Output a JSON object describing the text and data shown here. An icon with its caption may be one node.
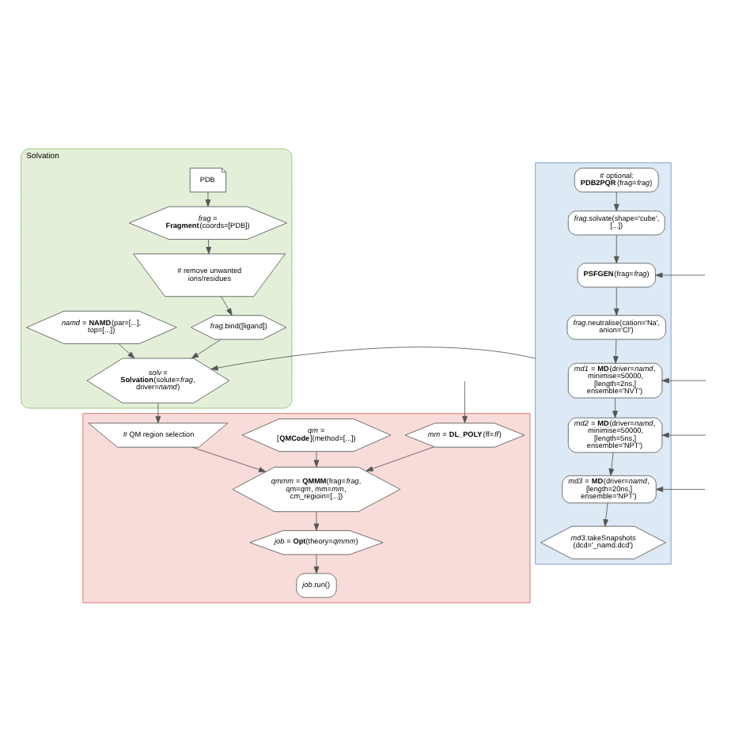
{
  "diagram": {
    "nodes": [
      {
        "text": [
          "Solvation"
        ]
      },
      {
        "text": [
          "PDB"
        ],
        "in": 0
      },
      {
        "text": [
          "*frag* = **Fragment**(coords=[PDB])"
        ],
        "in": 0
      },
      {
        "text": [
          "# remove unwanted ions/residues"
        ],
        "in": 0
      },
      {
        "text": [
          "*frag*.bind([ligand])"
        ],
        "in": 0
      },
      {
        "text": [
          "*namd* = **NAMD**(par=[...], top=[...])"
        ],
        "in": 0
      },
      {
        "text": [
          "*solv* = **Solvation**(solute=*frag*, driver=*namd*)"
        ],
        "in": 0
      },
      {
        "text": [],
        "shape": "box"
      },
      {
        "text": [
          "# QM region selection"
        ],
        "in": 7
      },
      {
        "text": [
          "*qm* = [**QMCode**](method=[...])"
        ],
        "in": 7
      },
      {
        "text": [
          "*mm* = **DL_POLY**(ff=*ff*)"
        ],
        "in": 7
      },
      {
        "text": [
          "*qmmm* = **QMMM**(frag=*frag*, qm=*qm*, mm=*mm*, cm_regioin=[...])"
        ],
        "in": 7
      },
      {
        "text": [
          "*job* = **Opt**(theory=*qmmm*)"
        ],
        "in": 7
      },
      {
        "text": [
          "*job*.run()"
        ],
        "in": 7
      },
      {
        "text": [],
        "shape": "box"
      },
      {
        "text": [
          "# optional: **PDB2PQR**(frag=*frag*)"
        ],
        "in": 14
      },
      {
        "text": [
          "*frag*.solvate(shape='cube', [...])"
        ],
        "in": 14
      },
      {
        "text": [
          "**PSFGEN**(frag=*frag*)"
        ],
        "in": 14
      },
      {
        "text": [
          "*frag*.neutralise(cation='Na', anion='Cl')"
        ],
        "in": 14
      },
      {
        "text": [
          "*md1* = **MD**(driver=*namd*, minimise=50000, [length=2ns,] ensemble='NVT')"
        ],
        "in": 14
      },
      {
        "text": [
          "*md2* = **MD**(driver=*namd*, minimise=50000, [length=5ns,] ensemble='NPT')"
        ],
        "in": 14
      },
      {
        "text": [
          "*md3* = **MD**(driver=*namd*, [length=20ns,] ensemble='NPT')"
        ],
        "in": 14
      },
      {
        "text": [
          "*md3*.takeSnapshots (dcd='_namd.dcd')"
        ],
        "in": 14
      }
    ],
    "edges": [
      {
        "from": 1,
        "to": 2,
        "arrow": "to"
      },
      {
        "from": 2,
        "to": 3,
        "arrow": "to"
      },
      {
        "from": 3,
        "to": 4,
        "arrow": "to"
      },
      {
        "from": 4,
        "to": 6,
        "arrow": "to"
      },
      {
        "from": 5,
        "to": 6,
        "arrow": "to"
      },
      {
        "from": 14,
        "to": 6,
        "arrow": "to"
      },
      {
        "from": 6,
        "to": 8,
        "arrow": "to"
      },
      {
        "from": 8,
        "to": 11,
        "arrow": "to"
      },
      {
        "from": 9,
        "to": 11,
        "arrow": "to"
      },
      {
        "from": 10,
        "to": 11,
        "arrow": "to"
      },
      {
        "from": 11,
        "to": 12,
        "arrow": "to"
      },
      {
        "from": 12,
        "to": 13,
        "arrow": "to"
      },
      {
        "from": null,
        "to": 10,
        "arrow": "to"
      },
      {
        "from": 15,
        "to": 16,
        "arrow": "to"
      },
      {
        "from": 16,
        "to": 17,
        "arrow": "to"
      },
      {
        "from": 17,
        "to": 18,
        "arrow": "to"
      },
      {
        "from": 18,
        "to": 19,
        "arrow": "to"
      },
      {
        "from": 19,
        "to": 20,
        "arrow": "to"
      },
      {
        "from": 20,
        "to": 21,
        "arrow": "to"
      },
      {
        "from": 21,
        "to": 22,
        "arrow": "to"
      },
      {
        "from": null,
        "to": 17,
        "arrow": "to"
      },
      {
        "from": null,
        "to": 19,
        "arrow": "to"
      },
      {
        "from": null,
        "to": 20,
        "arrow": "to"
      },
      {
        "from": null,
        "to": 21,
        "arrow": "to"
      }
    ]
  }
}
